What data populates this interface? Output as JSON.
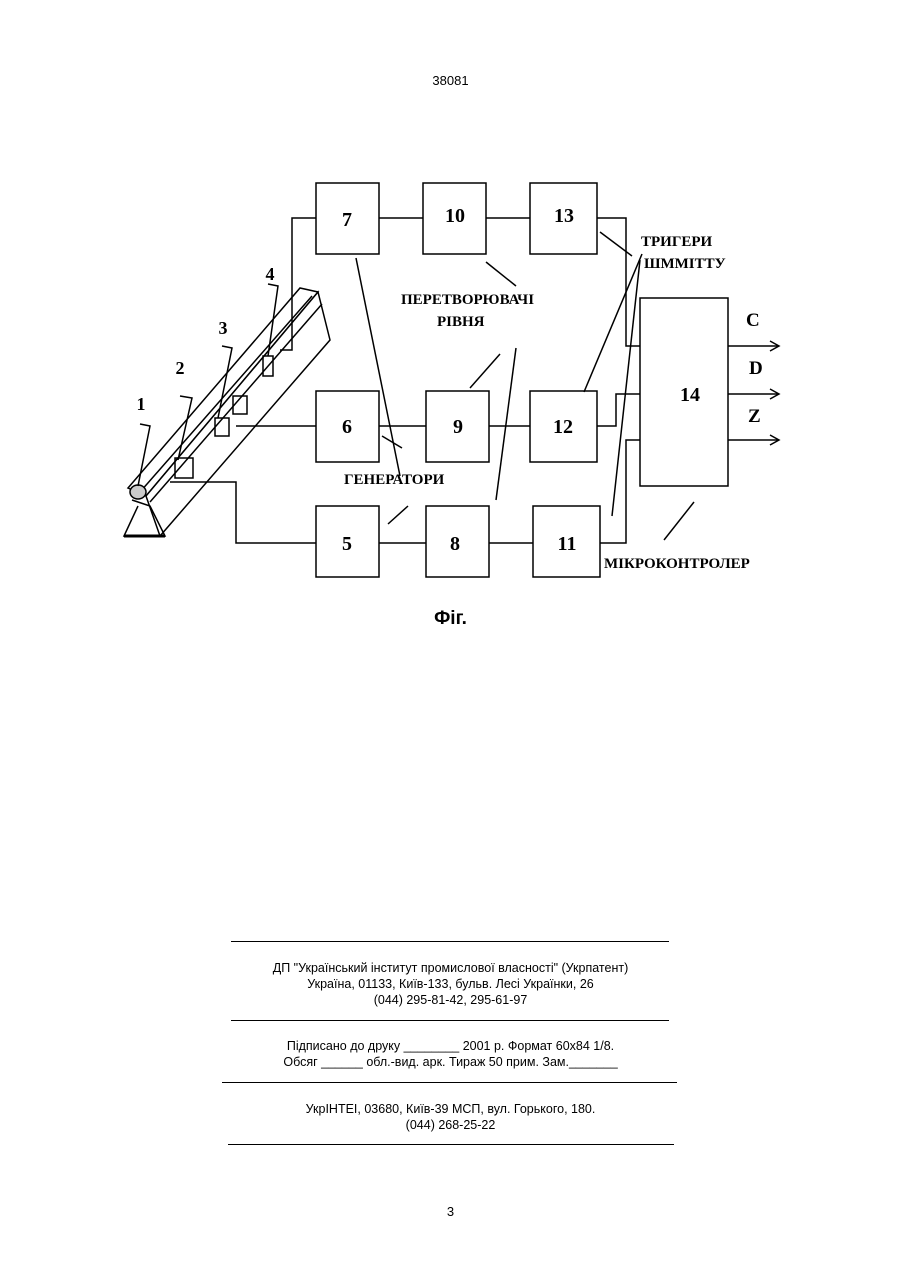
{
  "header": {
    "document_number": "38081"
  },
  "figure": {
    "blocks": [
      {
        "id": "block-7",
        "label": "7"
      },
      {
        "id": "block-10",
        "label": "10"
      },
      {
        "id": "block-13",
        "label": "13"
      },
      {
        "id": "block-6",
        "label": "6"
      },
      {
        "id": "block-9",
        "label": "9"
      },
      {
        "id": "block-12",
        "label": "12"
      },
      {
        "id": "block-5",
        "label": "5"
      },
      {
        "id": "block-8",
        "label": "8"
      },
      {
        "id": "block-11",
        "label": "11"
      },
      {
        "id": "block-14",
        "label": "14"
      }
    ],
    "sensor_labels": [
      "1",
      "2",
      "3",
      "4"
    ],
    "group_labels": {
      "converters_line1": "ПЕРЕТВОРЮВАЧІ",
      "converters_line2": "РІВНЯ",
      "triggers_line1": "ТРИГЕРИ",
      "triggers_line2": "ШММІТТУ",
      "generators": "ГЕНЕРАТОРИ",
      "microcontroller": "МІКРОКОНТРОЛЕР"
    },
    "outputs": [
      "C",
      "D",
      "Z"
    ],
    "caption": "Фіг."
  },
  "footer": {
    "publisher_line1": "ДП \"Український інститут промислової власності\" (Укрпатент)",
    "publisher_line2": "Україна, 01133, Київ-133, бульв. Лесі Українки, 26",
    "publisher_line3": "(044) 295-81-42, 295-61-97",
    "print_line1": "Підписано до друку ________ 2001 р.    Формат 60х84 1/8.",
    "print_line2": "Обсяг ______ обл.-вид. арк.   Тираж 50 прим.    Зам._______",
    "printer_line1": "УкрІНТЕІ, 03680, Київ-39 МСП, вул. Горького, 180.",
    "printer_line2": "(044) 268-25-22"
  },
  "page_number": "3"
}
